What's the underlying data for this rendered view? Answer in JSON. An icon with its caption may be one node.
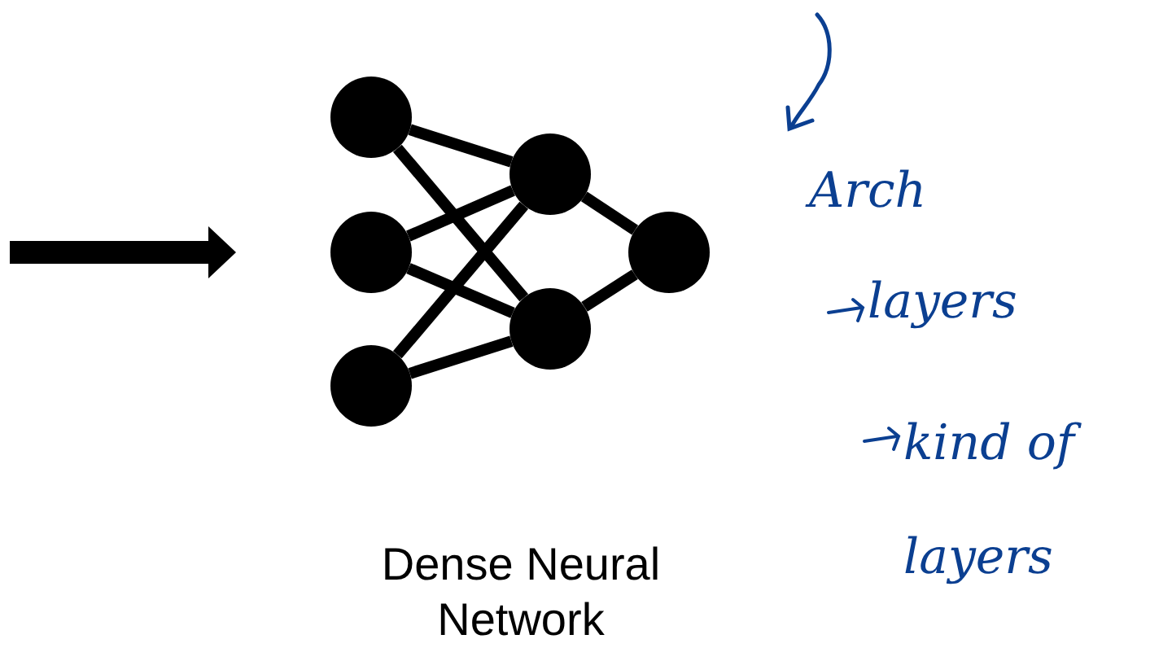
{
  "diagram": {
    "nodes": [
      {
        "text": [],
        "shape": "circle"
      },
      {
        "text": [],
        "shape": "circle"
      },
      {
        "text": [],
        "shape": "circle"
      },
      {
        "text": [],
        "shape": "circle"
      },
      {
        "text": [],
        "shape": "circle"
      },
      {
        "text": [],
        "shape": "circle"
      }
    ],
    "edges": [
      {
        "from": 0,
        "to": 3,
        "arrow": "none"
      },
      {
        "from": 0,
        "to": 4,
        "arrow": "none"
      },
      {
        "from": 1,
        "to": 3,
        "arrow": "none"
      },
      {
        "from": 1,
        "to": 4,
        "arrow": "none"
      },
      {
        "from": 2,
        "to": 3,
        "arrow": "none"
      },
      {
        "from": 2,
        "to": 4,
        "arrow": "none"
      },
      {
        "from": 3,
        "to": 5,
        "arrow": "none"
      },
      {
        "from": 4,
        "to": 5,
        "arrow": "none"
      }
    ],
    "labels": [
      "Dense Neural Network",
      "Arch",
      "layers",
      "kind of layers"
    ]
  }
}
